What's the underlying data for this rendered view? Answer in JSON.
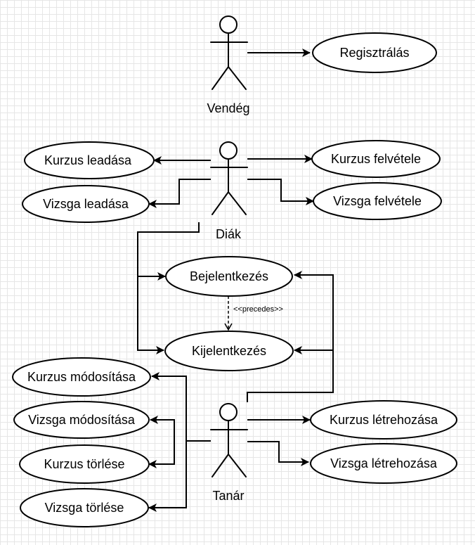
{
  "actors": {
    "guest": "Vendég",
    "student": "Diák",
    "teacher": "Tanár"
  },
  "use_cases": {
    "register": "Regisztrálás",
    "course_drop": "Kurzus leadása",
    "exam_drop": "Vizsga leadása",
    "course_enroll": "Kurzus felvétele",
    "exam_enroll": "Vizsga felvétele",
    "login": "Bejelentkezés",
    "logout": "Kijelentkezés",
    "course_modify": "Kurzus módosítása",
    "exam_modify": "Vizsga módosítása",
    "course_delete": "Kurzus törlése",
    "exam_delete": "Vizsga törlése",
    "course_create": "Kurzus létrehozása",
    "exam_create": "Vizsga létrehozása"
  },
  "relations": {
    "precedes_label": "<<precedes>>"
  }
}
